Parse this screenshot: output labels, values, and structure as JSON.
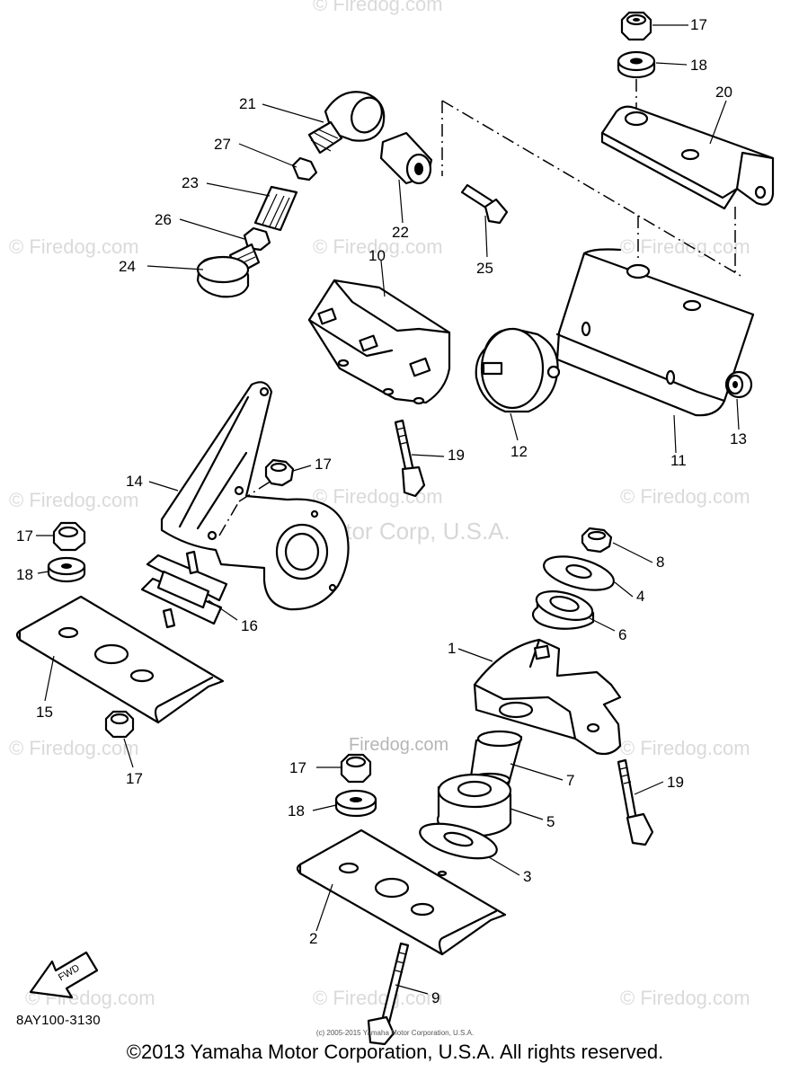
{
  "watermarks": {
    "firedog": "© Firedog.com",
    "firedog_plain": "Firedog.com",
    "motor_corp": "Yamaha Motor Corp, U.S.A."
  },
  "callouts": [
    "1",
    "2",
    "3",
    "4",
    "5",
    "6",
    "7",
    "8",
    "9",
    "10",
    "11",
    "12",
    "13",
    "14",
    "15",
    "16",
    "17",
    "18",
    "19",
    "20",
    "21",
    "22",
    "23",
    "24",
    "25",
    "26",
    "27"
  ],
  "diagram_code": "8AY100-3130",
  "fwd_label": "FWD",
  "small_notice": "(c) 2005-2015 Yamaha Motor Corporation, U.S.A.",
  "footer_copyright": "©2013 Yamaha Motor Corporation, U.S.A. All rights reserved."
}
